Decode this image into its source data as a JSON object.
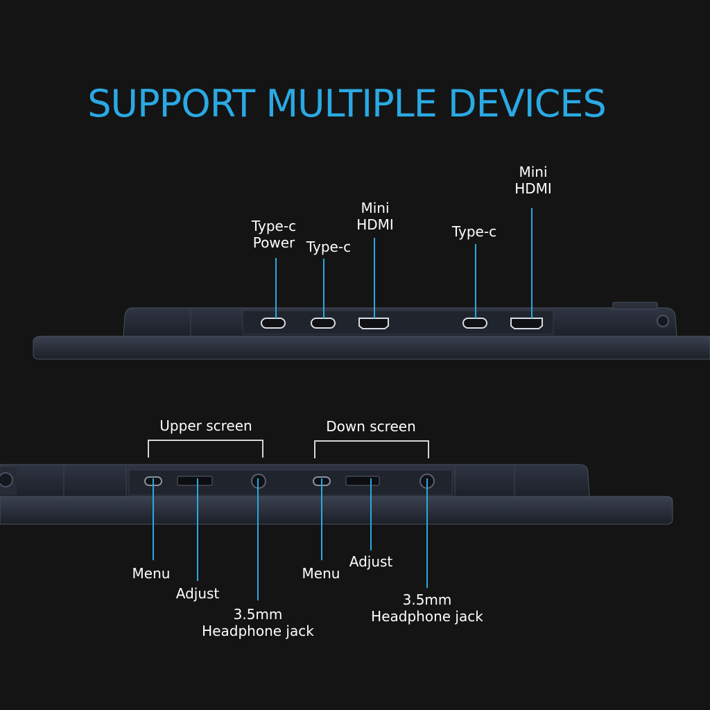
{
  "title": "SUPPORT MULTIPLE DEVICES",
  "top_ports": {
    "typec_power": "Type-c\nPower",
    "typec_1": "Type-c",
    "mini_hdmi_1": "Mini\nHDMI",
    "typec_2": "Type-c",
    "mini_hdmi_2": "Mini\nHDMI"
  },
  "groups": {
    "upper": "Upper screen",
    "down": "Down screen"
  },
  "bottom_ports": {
    "upper_menu": "Menu",
    "upper_adjust": "Adjust",
    "upper_jack": "3.5mm\nHeadphone jack",
    "down_menu": "Menu",
    "down_adjust": "Adjust",
    "down_jack": "3.5mm\nHeadphone jack"
  },
  "colors": {
    "accent": "#2aa9e3",
    "background": "#141414",
    "device_body": "#262b36"
  }
}
